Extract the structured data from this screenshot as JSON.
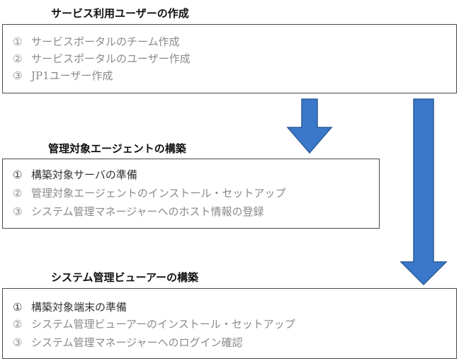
{
  "sections": [
    {
      "title": "サービス利用ユーザーの作成",
      "items": [
        {
          "num": "①",
          "text": "サービスポータルのチーム作成"
        },
        {
          "num": "②",
          "text": "サービスポータルのユーザー作成"
        },
        {
          "num": "③",
          "text": "JP1ユーザー作成"
        }
      ]
    },
    {
      "title": "管理対象エージェントの構築",
      "items": [
        {
          "num": "①",
          "text": "構築対象サーバの準備"
        },
        {
          "num": "②",
          "text": "管理対象エージェントのインストール・セットアップ"
        },
        {
          "num": "③",
          "text": "システム管理マネージャーへのホスト情報の登録"
        }
      ]
    },
    {
      "title": "システム管理ビューアーの構築",
      "items": [
        {
          "num": "①",
          "text": "構築対象端末の準備"
        },
        {
          "num": "②",
          "text": "システム管理ビューアーのインストール・セットアップ"
        },
        {
          "num": "③",
          "text": "システム管理マネージャーへのログイン確認"
        }
      ]
    }
  ],
  "colors": {
    "arrow_fill": "#3b78c9",
    "arrow_stroke": "#2a5a9a",
    "box_border": "#4a4a4a",
    "item_text": "#8a8a8a"
  },
  "icons": [
    "down-arrow-icon"
  ]
}
